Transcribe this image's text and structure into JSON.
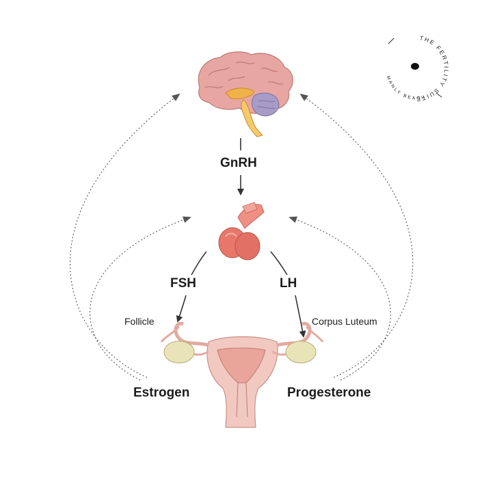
{
  "hormones": {
    "gnrh": "GnRH",
    "fsh": "FSH",
    "lh": "LH",
    "estrogen": "Estrogen",
    "progesterone": "Progesterone"
  },
  "structures": {
    "follicle": "Follicle",
    "corpus_luteum": "Corpus Luteum"
  },
  "logo": {
    "name": "THE FERTILITY SUITE",
    "location": "MANLY BEACH"
  },
  "colors": {
    "text": "#1c1c1c",
    "arrow": "#333333",
    "feedback": "#555555",
    "brain": "#e8a6a2",
    "pituitary": "#e8776a",
    "uterus": "#f2c9c0",
    "ovary": "#e9e3b8"
  }
}
